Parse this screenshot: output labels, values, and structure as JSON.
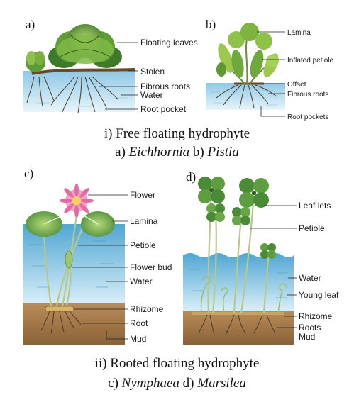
{
  "panels": {
    "a": {
      "letter": "a)",
      "labels": [
        "Floating leaves",
        "Stolen",
        "Fibrous roots",
        "Water",
        "Root pocket"
      ]
    },
    "b": {
      "letter": "b)",
      "labels": [
        "Lamina",
        "Inflated petiole",
        "Offset",
        "Fibrous roots",
        "Root pockets"
      ]
    },
    "c": {
      "letter": "c)",
      "labels": [
        "Flower",
        "Lamina",
        "Petiole",
        "Flower bud",
        "Water",
        "Rhizome",
        "Root",
        "Mud"
      ]
    },
    "d": {
      "letter": "d)",
      "labels": [
        "Leaf lets",
        "Petiole",
        "Water",
        "Young leaf",
        "Rhizome",
        "Roots",
        "Mud"
      ]
    }
  },
  "captions": {
    "free_title": "i) Free floating hydrophyte",
    "free_examples_a": "a) ",
    "free_examples_a_name": "Eichhornia",
    "free_examples_b": "b) ",
    "free_examples_b_name": "Pistia",
    "rooted_title": "ii) Rooted floating hydrophyte",
    "rooted_examples_c": "c) ",
    "rooted_examples_c_name": "Nymphaea",
    "rooted_examples_d": "d) ",
    "rooted_examples_d_name": "Marsilea"
  },
  "colors": {
    "water_top": "#c9e6f4",
    "water_bottom": "#4fa6d3",
    "mud": "#a4794a",
    "leaf_dark": "#3f7a2a",
    "leaf_light": "#a9cf5a",
    "flower": "#e36aa3"
  }
}
